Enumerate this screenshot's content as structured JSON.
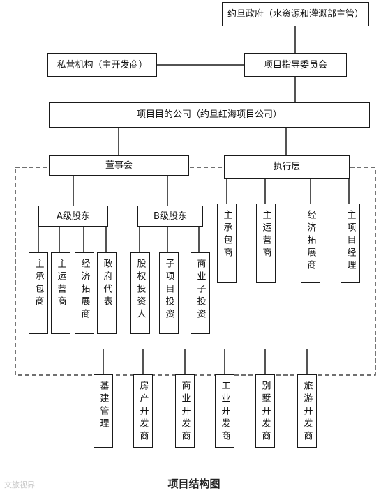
{
  "nodes": {
    "jordan_gov": "约旦政府（水资源和灌溉部主管）",
    "private_org": "私营机构（主开发商）",
    "steering_committee": "项目指导委员会",
    "spv_company": "项目目的公司（约旦红海项目公司）",
    "board": "董事会",
    "executive": "执行层",
    "shareholder_a": "A级股东",
    "shareholder_b": "B级股东",
    "a_children": [
      "主承包商",
      "主运营商",
      "经济拓展商",
      "政府代表"
    ],
    "b_children": [
      "股权投资人",
      "子项目投资",
      "商业子投资"
    ],
    "exec_children": [
      "主承包商",
      "主运营商",
      "经济拓展商",
      "主项目经理"
    ],
    "developers": [
      "基建管理",
      "房产开发商",
      "商业开发商",
      "工业开发商",
      "别墅开发商",
      "旅游开发商"
    ]
  },
  "caption": "项目结构图",
  "watermark": "文旅视界"
}
